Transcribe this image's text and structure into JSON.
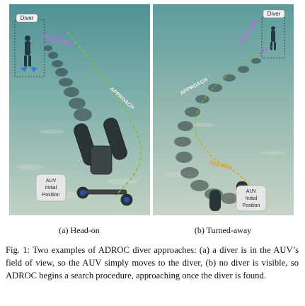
{
  "panels": [
    {
      "id": "a",
      "diver_label": "Diver",
      "conclude_label": "CONCLUDE",
      "approach_label": "APPROACH",
      "auv_label_lines": [
        "AUV",
        "Initial",
        "Position"
      ],
      "caption": "(a) Head-on",
      "colors": {
        "water_top": "#5a9a9e",
        "water_bottom": "#b7cabd",
        "approach_path": "#6fb53a",
        "conclude_text": "#c46be0"
      }
    },
    {
      "id": "b",
      "diver_label": "Diver",
      "conclude_label": "CONCLUDE",
      "approach_label": "APPROACH",
      "search_label": "SEARCH",
      "auv_label_lines": [
        "AUV",
        "Initial",
        "Position"
      ],
      "caption": "(b) Turned-away",
      "colors": {
        "water_top": "#6ea2a2",
        "water_bottom": "#c3d0c4",
        "search_path": "#e0a020",
        "conclude_text": "#c46be0"
      }
    }
  ],
  "figure_caption": "Fig. 1: Two examples of ADROC diver approaches: (a) a diver is in the AUV’s field of view, so the AUV simply moves to the diver, (b) no diver is visible, so ADROC begins a search procedure, approaching once the diver is found."
}
